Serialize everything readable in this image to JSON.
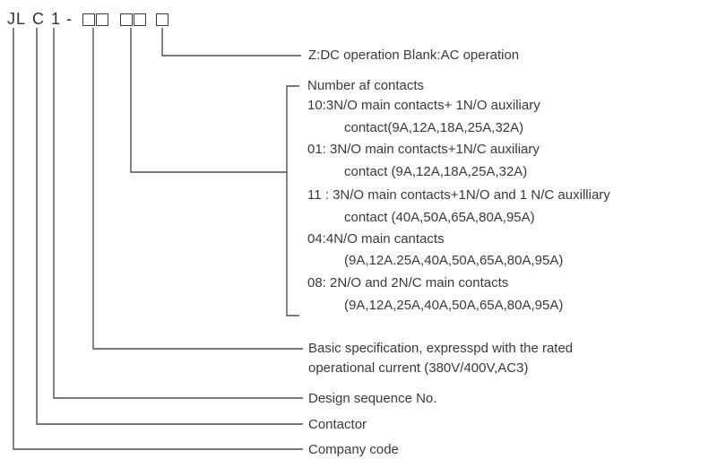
{
  "code": {
    "company": "JL",
    "contactor": "C",
    "design": "1",
    "dash": "-"
  },
  "labels": {
    "z_dc": "Z:DC operation Blank:AC operation",
    "contacts_header": "Number af contacts",
    "basic_spec_line1": "Basic specification, expresspd with the rated",
    "basic_spec_line2": "operational current (380V/400V,AC3)",
    "design_sequence": "Design sequence No.",
    "contactor": "Contactor",
    "company_code": "Company code"
  },
  "contacts": {
    "lines": [
      "10:3N/O main contacts+ 1N/O auxiliary",
      "contact(9A,12A,18A,25A,32A)",
      "01: 3N/O main contacts+1N/C auxiliary",
      "contact (9A,12A,18A,25A,32A)",
      "11 : 3N/O main contacts+1N/O and 1 N/C auxilliary",
      "contact (40A,50A,65A,80A,95A)",
      "04:4N/O main cantacts",
      "(9A,12A.25A,40A,50A,65A,80A,95A)",
      "08: 2N/O and 2N/C main contacts",
      "(9A,12A,25A,40A,50A,65A,80A,95A)"
    ]
  },
  "colors": {
    "line": "#4f4f4f",
    "text": "#3a3a3a"
  }
}
